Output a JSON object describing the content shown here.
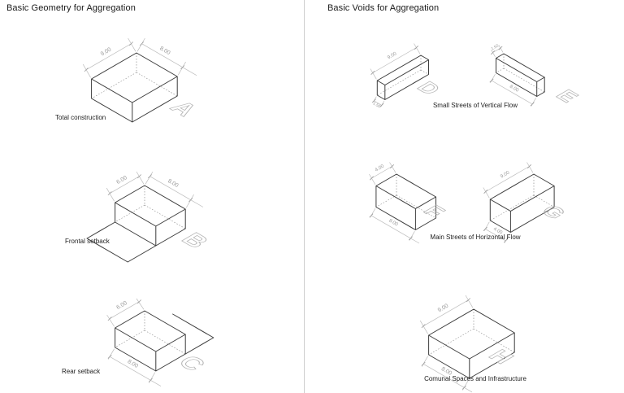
{
  "left_panel": {
    "title": "Basic Geometry for Aggregation",
    "figures": [
      {
        "letter": "A",
        "label": "Total construction",
        "dim_left": "9.00",
        "dim_right": "8.00"
      },
      {
        "letter": "B",
        "label": "Frontal setback",
        "dim_left": "6.00",
        "dim_right": "8.00"
      },
      {
        "letter": "C",
        "label": "Rear setback",
        "dim_left": "6.00",
        "dim_bottom": "8.00"
      }
    ]
  },
  "right_panel": {
    "title": "Basic Voids for Aggregation",
    "rows": [
      {
        "caption": "Small Streets of Vertical Flow",
        "figures": [
          {
            "letter": "D",
            "dim_long": "9.00",
            "dim_short": "1.50"
          },
          {
            "letter": "E",
            "dim_long": "8.00",
            "dim_short": "1.50"
          }
        ]
      },
      {
        "caption": "Main Streets of Horizontal Flow",
        "figures": [
          {
            "letter": "F",
            "dim_top": "4.00",
            "dim_bottom": "8.00"
          },
          {
            "letter": "G",
            "dim_top": "9.00",
            "dim_bottom": "4.00"
          }
        ]
      },
      {
        "caption": "Comunal Spaces and Infrastructure",
        "figures": [
          {
            "letter": "H",
            "dim_left": "9.00",
            "dim_bottom": "8.00"
          }
        ]
      }
    ]
  },
  "colors": {
    "edge": "#3c3c3c",
    "dimension": "#9a9a9a",
    "letter_outline": "#b5b5b5",
    "divider": "#cfcfcf",
    "text": "#1a1a1a"
  }
}
